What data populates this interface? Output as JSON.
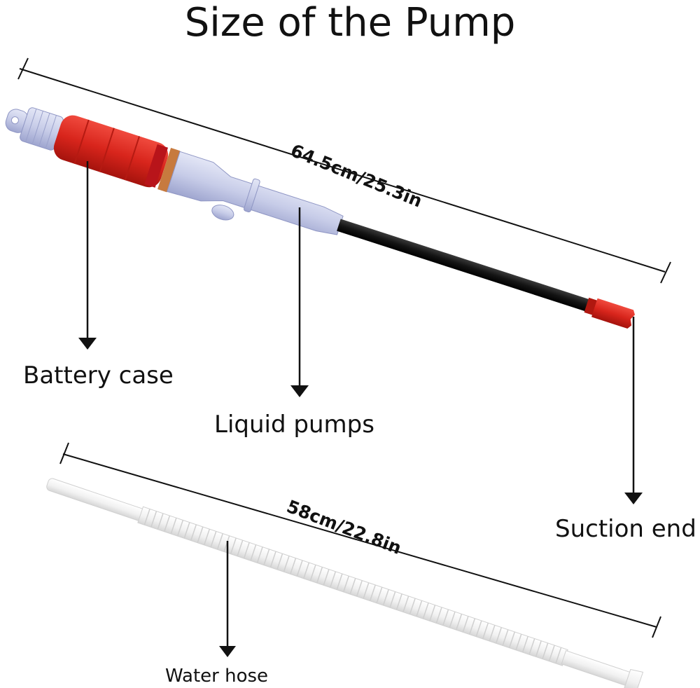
{
  "title": "Size of the Pump",
  "dimensions": {
    "pump_length": "64.5cm/25.3in",
    "hose_length": "58cm/22.8in"
  },
  "labels": {
    "battery_case": "Battery case",
    "liquid_pumps": "Liquid pumps",
    "suction_end": "Suction end",
    "water_hose": "Water hose"
  },
  "colors": {
    "battery_red": "#d8251c",
    "body_lavender": "#c7cce8",
    "tube_black": "#141414",
    "hose_white": "#f3f3f3"
  }
}
